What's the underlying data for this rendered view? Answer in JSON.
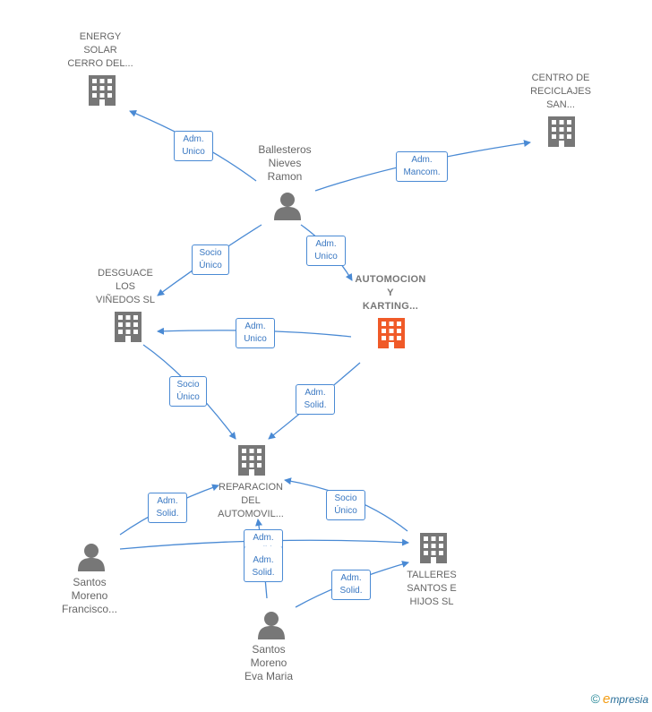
{
  "nodes": {
    "energy_solar": {
      "label": "ENERGY\nSOLAR\nCERRO DEL...",
      "kind": "company"
    },
    "centro_reciclajes": {
      "label": "CENTRO DE\nRECICLAJES\nSAN...",
      "kind": "company"
    },
    "ballesteros": {
      "label": "Ballesteros\nNieves\nRamon",
      "kind": "person"
    },
    "desguace": {
      "label": "DESGUACE\nLOS\nVIÑEDOS  SL",
      "kind": "company"
    },
    "automocion": {
      "label": "AUTOMOCION\nY\nKARTING...",
      "kind": "company-focus"
    },
    "reparacion": {
      "label": "REPARACION\nDEL\nAUTOMOVIL...",
      "kind": "company"
    },
    "talleres": {
      "label": "TALLERES\nSANTOS E\nHIJOS SL",
      "kind": "company"
    },
    "santos_francisco": {
      "label": "Santos\nMoreno\nFrancisco...",
      "kind": "person"
    },
    "santos_eva": {
      "label": "Santos\nMoreno\nEva Maria",
      "kind": "person"
    }
  },
  "edges": [
    {
      "id": "ball-energy",
      "label": "Adm.\nUnico"
    },
    {
      "id": "ball-centro",
      "label": "Adm.\nMancom."
    },
    {
      "id": "ball-desguace",
      "label": "Socio\nÚnico"
    },
    {
      "id": "ball-automocion",
      "label": "Adm.\nUnico"
    },
    {
      "id": "automocion-desguace",
      "label": "Adm.\nUnico"
    },
    {
      "id": "desguace-reparacion",
      "label": "Socio\nÚnico"
    },
    {
      "id": "automocion-reparacion",
      "label": "Adm.\nSolid."
    },
    {
      "id": "francisco-reparacion",
      "label": "Adm.\nSolid."
    },
    {
      "id": "talleres-reparacion",
      "label": "Socio\nÚnico"
    },
    {
      "id": "francisco-talleres",
      "label": "Adm.\nSolid."
    },
    {
      "id": "eva-reparacion",
      "label": "Adm.\nSolid."
    },
    {
      "id": "eva-talleres",
      "label": "Adm.\nSolid."
    }
  ],
  "colors": {
    "edge": "#4a8ad4",
    "company": "#777777",
    "focus": "#f05a28",
    "person": "#777777"
  },
  "footer": {
    "copyright": "©",
    "brand_initial": "e",
    "brand_rest": "mpresia"
  }
}
